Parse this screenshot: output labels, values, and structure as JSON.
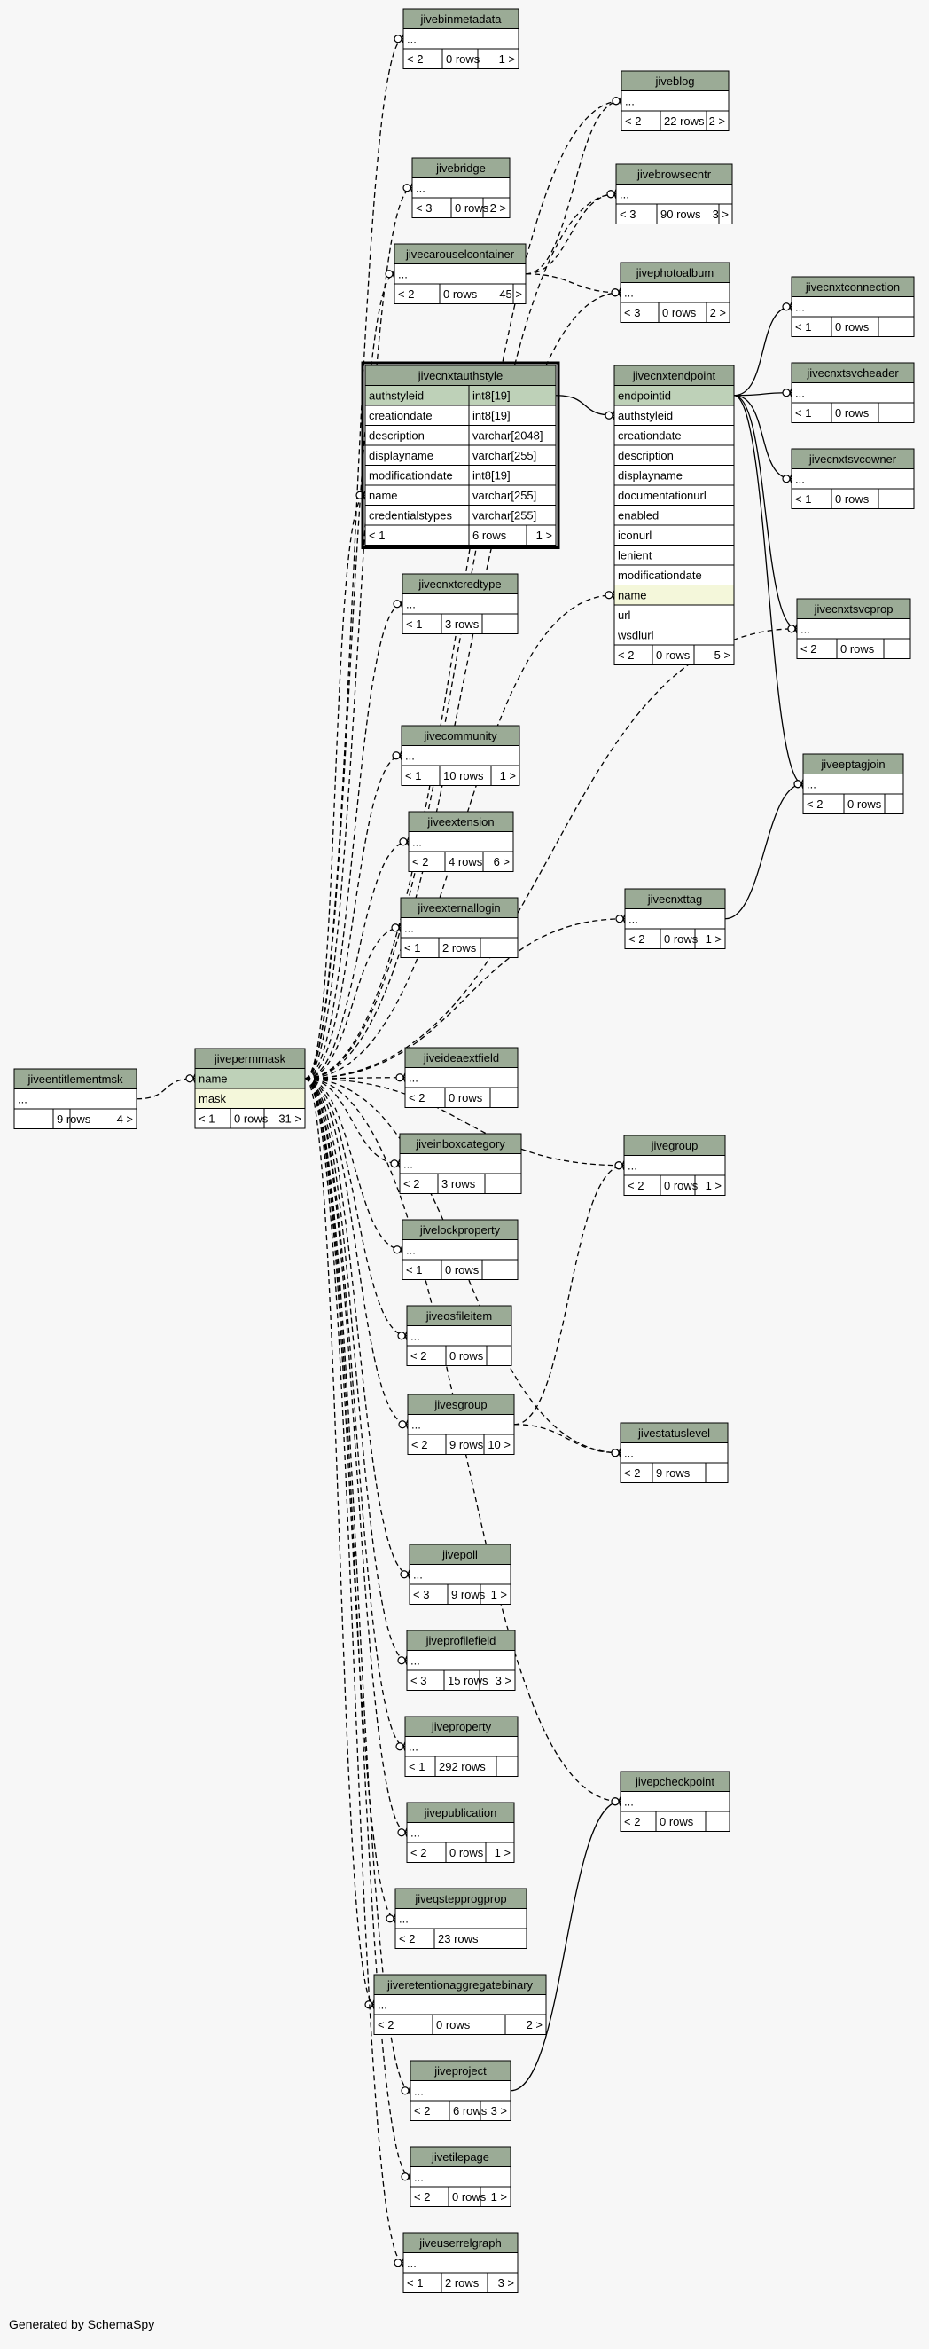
{
  "footer": "Generated by SchemaSpy",
  "colors": {
    "background": "#f7f7f7",
    "table_header": "#9bab96",
    "key_row": "#bed1b8",
    "indexed_row": "#f4f7da",
    "plain_row": "#ffffff",
    "line": "#000000"
  },
  "tables": [
    {
      "id": "jiveentitlementmsk",
      "name": "jiveentitlementmsk",
      "columns": [
        "..."
      ],
      "stats": [
        "",
        "9 rows",
        "4 >"
      ]
    },
    {
      "id": "jivepermmask",
      "name": "jivepermmask",
      "columns": [
        {
          "name": "name",
          "style": "key"
        },
        {
          "name": "mask",
          "style": "indexed"
        }
      ],
      "stats": [
        "< 1",
        "0 rows",
        "31 >"
      ]
    },
    {
      "id": "jivebinmetadata",
      "name": "jivebinmetadata",
      "columns": [
        "..."
      ],
      "stats": [
        "< 2",
        "0 rows",
        "1 >"
      ]
    },
    {
      "id": "jiveblog",
      "name": "jiveblog",
      "columns": [
        "..."
      ],
      "stats": [
        "< 2",
        "22 rows",
        "2 >"
      ]
    },
    {
      "id": "jivebridge",
      "name": "jivebridge",
      "columns": [
        "..."
      ],
      "stats": [
        "< 3",
        "0 rows",
        "2 >"
      ]
    },
    {
      "id": "jivebrowsecntr",
      "name": "jivebrowsecntr",
      "columns": [
        "..."
      ],
      "stats": [
        "< 3",
        "90 rows",
        "3 >"
      ]
    },
    {
      "id": "jivecarouselcontainer",
      "name": "jivecarouselcontainer",
      "columns": [
        "..."
      ],
      "stats": [
        "< 2",
        "0 rows",
        "45 >"
      ]
    },
    {
      "id": "jivephotoalbum",
      "name": "jivephotoalbum",
      "columns": [
        "..."
      ],
      "stats": [
        "< 3",
        "0 rows",
        "2 >"
      ]
    },
    {
      "id": "jivecnxtconnection",
      "name": "jivecnxtconnection",
      "columns": [
        "..."
      ],
      "stats": [
        "< 1",
        "0 rows",
        ""
      ]
    },
    {
      "id": "jivecnxtsvcheader",
      "name": "jivecnxtsvcheader",
      "columns": [
        "..."
      ],
      "stats": [
        "< 1",
        "0 rows",
        ""
      ]
    },
    {
      "id": "jivecnxtsvcowner",
      "name": "jivecnxtsvcowner",
      "columns": [
        "..."
      ],
      "stats": [
        "< 1",
        "0 rows",
        ""
      ]
    },
    {
      "id": "jivecnxtsvcprop",
      "name": "jivecnxtsvcprop",
      "columns": [
        "..."
      ],
      "stats": [
        "< 2",
        "0 rows",
        ""
      ]
    },
    {
      "id": "jiveeptagjoin",
      "name": "jiveeptagjoin",
      "columns": [
        "..."
      ],
      "stats": [
        "< 2",
        "0 rows",
        ""
      ]
    },
    {
      "id": "jivecnxtauthstyle",
      "name": "jivecnxtauthstyle",
      "focus": true,
      "columns": [
        {
          "name": "authstyleid",
          "type": "int8[19]",
          "style": "key"
        },
        {
          "name": "creationdate",
          "type": "int8[19]"
        },
        {
          "name": "description",
          "type": "varchar[2048]"
        },
        {
          "name": "displayname",
          "type": "varchar[255]"
        },
        {
          "name": "modificationdate",
          "type": "int8[19]"
        },
        {
          "name": "name",
          "type": "varchar[255]"
        },
        {
          "name": "credentialstypes",
          "type": "varchar[255]"
        }
      ],
      "stats": [
        "< 1",
        "6 rows",
        "1 >"
      ]
    },
    {
      "id": "jivecnxtendpoint",
      "name": "jivecnxtendpoint",
      "columns": [
        {
          "name": "endpointid",
          "style": "key"
        },
        {
          "name": "authstyleid"
        },
        {
          "name": "creationdate"
        },
        {
          "name": "description"
        },
        {
          "name": "displayname"
        },
        {
          "name": "documentationurl"
        },
        {
          "name": "enabled"
        },
        {
          "name": "iconurl"
        },
        {
          "name": "lenient"
        },
        {
          "name": "modificationdate"
        },
        {
          "name": "name",
          "style": "indexed"
        },
        {
          "name": "url"
        },
        {
          "name": "wsdlurl"
        }
      ],
      "stats": [
        "< 2",
        "0 rows",
        "5 >"
      ]
    },
    {
      "id": "jivecnxtcredtype",
      "name": "jivecnxtcredtype",
      "columns": [
        "..."
      ],
      "stats": [
        "< 1",
        "3 rows",
        ""
      ]
    },
    {
      "id": "jivecommunity",
      "name": "jivecommunity",
      "columns": [
        "..."
      ],
      "stats": [
        "< 1",
        "10 rows",
        "1 >"
      ]
    },
    {
      "id": "jiveextension",
      "name": "jiveextension",
      "columns": [
        "..."
      ],
      "stats": [
        "< 2",
        "4 rows",
        "6 >"
      ]
    },
    {
      "id": "jiveexternallogin",
      "name": "jiveexternallogin",
      "columns": [
        "..."
      ],
      "stats": [
        "< 1",
        "2 rows",
        ""
      ]
    },
    {
      "id": "jivecnxttag",
      "name": "jivecnxttag",
      "columns": [
        "..."
      ],
      "stats": [
        "< 2",
        "0 rows",
        "1 >"
      ]
    },
    {
      "id": "jiveideaextfield",
      "name": "jiveideaextfield",
      "columns": [
        "..."
      ],
      "stats": [
        "< 2",
        "0 rows",
        ""
      ]
    },
    {
      "id": "jiveinboxcategory",
      "name": "jiveinboxcategory",
      "columns": [
        "..."
      ],
      "stats": [
        "< 2",
        "3 rows",
        ""
      ]
    },
    {
      "id": "jivegroup",
      "name": "jivegroup",
      "columns": [
        "..."
      ],
      "stats": [
        "< 2",
        "0 rows",
        "1 >"
      ]
    },
    {
      "id": "jivelockproperty",
      "name": "jivelockproperty",
      "columns": [
        "..."
      ],
      "stats": [
        "< 1",
        "0 rows",
        ""
      ]
    },
    {
      "id": "jiveosfileitem",
      "name": "jiveosfileitem",
      "columns": [
        "..."
      ],
      "stats": [
        "< 2",
        "0 rows",
        ""
      ]
    },
    {
      "id": "jivesgroup",
      "name": "jivesgroup",
      "columns": [
        "..."
      ],
      "stats": [
        "< 2",
        "9 rows",
        "10 >"
      ]
    },
    {
      "id": "jivestatuslevel",
      "name": "jivestatuslevel",
      "columns": [
        "..."
      ],
      "stats": [
        "< 2",
        "9 rows",
        ""
      ]
    },
    {
      "id": "jivepoll",
      "name": "jivepoll",
      "columns": [
        "..."
      ],
      "stats": [
        "< 3",
        "9 rows",
        "1 >"
      ]
    },
    {
      "id": "jiveprofilefield",
      "name": "jiveprofilefield",
      "columns": [
        "..."
      ],
      "stats": [
        "< 3",
        "15 rows",
        "3 >"
      ]
    },
    {
      "id": "jiveproperty",
      "name": "jiveproperty",
      "columns": [
        "..."
      ],
      "stats": [
        "< 1",
        "292 rows",
        ""
      ]
    },
    {
      "id": "jivepublication",
      "name": "jivepublication",
      "columns": [
        "..."
      ],
      "stats": [
        "< 2",
        "0 rows",
        "1 >"
      ]
    },
    {
      "id": "jivepcheckpoint",
      "name": "jivepcheckpoint",
      "columns": [
        "..."
      ],
      "stats": [
        "< 2",
        "0 rows",
        ""
      ]
    },
    {
      "id": "jiveqstepprogprop",
      "name": "jiveqstepprogprop",
      "columns": [
        "..."
      ],
      "stats": [
        "< 2",
        "23 rows",
        ""
      ]
    },
    {
      "id": "jiveretentionaggregatebinary",
      "name": "jiveretentionaggregatebinary",
      "columns": [
        "..."
      ],
      "stats": [
        "< 2",
        "0 rows",
        "2 >"
      ]
    },
    {
      "id": "jiveproject",
      "name": "jiveproject",
      "columns": [
        "..."
      ],
      "stats": [
        "< 2",
        "6 rows",
        "3 >"
      ]
    },
    {
      "id": "jivetilepage",
      "name": "jivetilepage",
      "columns": [
        "..."
      ],
      "stats": [
        "< 2",
        "0 rows",
        "1 >"
      ]
    },
    {
      "id": "jiveuserrelgraph",
      "name": "jiveuserrelgraph",
      "columns": [
        "..."
      ],
      "stats": [
        "< 1",
        "2 rows",
        "3 >"
      ]
    }
  ]
}
